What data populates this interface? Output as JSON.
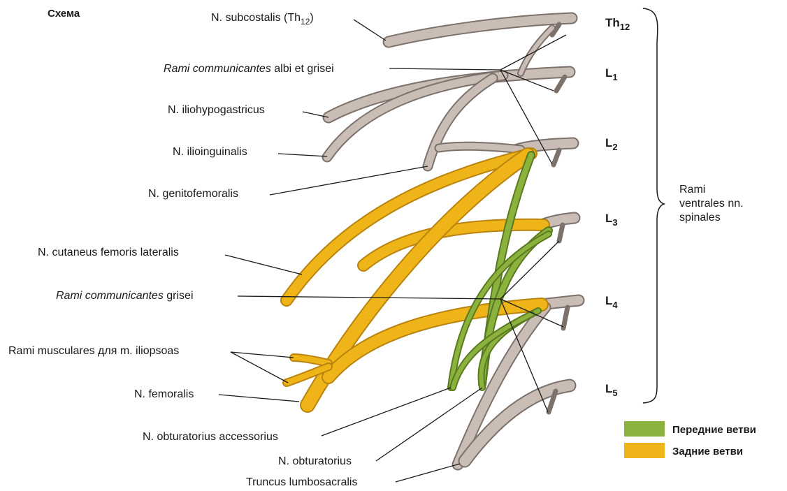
{
  "title": "Схема",
  "levels": {
    "th12": {
      "base": "Th",
      "sub": "12"
    },
    "l1": {
      "base": "L",
      "sub": "1"
    },
    "l2": {
      "base": "L",
      "sub": "2"
    },
    "l3": {
      "base": "L",
      "sub": "3"
    },
    "l4": {
      "base": "L",
      "sub": "4"
    },
    "l5": {
      "base": "L",
      "sub": "5"
    }
  },
  "labels": {
    "subcostalis_main": "N. subcostalis (Th",
    "subcostalis_sub": "12",
    "subcostalis_close": ")",
    "rami_comm_italic": "Rami communicantes",
    "rami_comm_rest": " albi et grisei",
    "iliohypogastricus": "N. iliohypogastricus",
    "ilioinguinalis": "N. ilioinguinalis",
    "genitofemoralis": "N. genitofemoralis",
    "cutaneus": "N. cutaneus femoris lateralis",
    "rami_grisei_italic": "Rami communicantes",
    "rami_grisei_rest": " grisei",
    "rami_musculares": "Rami musculares для m. iliopsoas",
    "femoralis": "N. femoralis",
    "obt_accessorius": "N. obturatorius accessorius",
    "obturatorius": "N. obturatorius",
    "truncus": "Truncus lumbosacralis"
  },
  "bracket": {
    "line1": "Rami",
    "line2": "ventrales nn.",
    "line3": "spinales"
  },
  "legend": [
    {
      "label": "Передние ветви",
      "color": "#8ab23c"
    },
    {
      "label": "Задние ветви",
      "color": "#efb417"
    }
  ],
  "colors": {
    "gray_nerve": "#c9bdb6",
    "yellow_nerve": "#efb417",
    "green_nerve": "#8ab23c"
  }
}
